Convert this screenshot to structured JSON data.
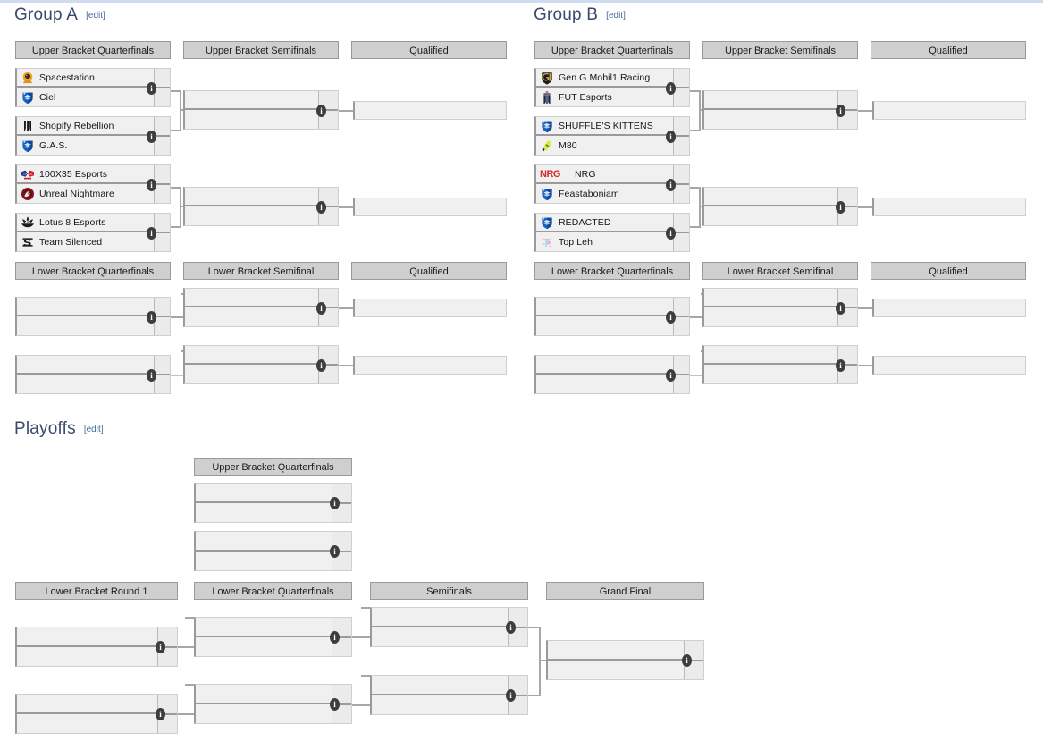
{
  "page": {
    "top_rule_color": "#cfdcef",
    "heading_color": "#3b4a6b",
    "edit_link_color": "#4a6a9a",
    "header_bar_color": "#cfcfcf",
    "match_bg_color": "#f0f0f0",
    "line_color": "#a6a6a6",
    "info_badge_glyph": "i"
  },
  "sections": {
    "group_a": {
      "title": "Group A",
      "edit": "[edit]"
    },
    "group_b": {
      "title": "Group B",
      "edit": "[edit]"
    },
    "playoffs": {
      "title": "Playoffs",
      "edit": "[edit]"
    }
  },
  "round_headers": {
    "ga_ubqf": "Upper Bracket Quarterfinals",
    "ga_ubsf": "Upper Bracket Semifinals",
    "ga_uq": "Qualified",
    "ga_lbqf": "Lower Bracket Quarterfinals",
    "ga_lbsf": "Lower Bracket Semifinal",
    "ga_lq": "Qualified",
    "gb_ubqf": "Upper Bracket Quarterfinals",
    "gb_ubsf": "Upper Bracket Semifinals",
    "gb_uq": "Qualified",
    "gb_lbqf": "Lower Bracket Quarterfinals",
    "gb_lbsf": "Lower Bracket Semifinal",
    "gb_lq": "Qualified",
    "po_ubqf": "Upper Bracket Quarterfinals",
    "po_lbr1": "Lower Bracket Round 1",
    "po_lbqf": "Lower Bracket Quarterfinals",
    "po_sf": "Semifinals",
    "po_gf": "Grand Final"
  },
  "teams": {
    "spacestation": {
      "name": "Spacestation",
      "logo": "astronaut-helmet-logo"
    },
    "ciel": {
      "name": "Ciel",
      "logo": "blue-shield-logo"
    },
    "shopify": {
      "name": "Shopify Rebellion",
      "logo": "shopify-rebellion-logo"
    },
    "gas": {
      "name": "G.A.S.",
      "logo": "blue-shield-logo"
    },
    "x100x35": {
      "name": "100X35 Esports",
      "logo": "100x35-logo"
    },
    "unreal": {
      "name": "Unreal Nightmare",
      "logo": "unreal-nightmare-logo"
    },
    "lotus8": {
      "name": "Lotus 8 Esports",
      "logo": "lotus-logo"
    },
    "silenced": {
      "name": "Team Silenced",
      "logo": "team-silenced-logo"
    },
    "geng": {
      "name": "Gen.G Mobil1 Racing",
      "logo": "geng-shield-logo"
    },
    "fut": {
      "name": "FUT Esports",
      "logo": "fut-esports-logo"
    },
    "shuffle": {
      "name": "SHUFFLE'S KITTENS",
      "logo": "blue-shield-logo"
    },
    "m80": {
      "name": "M80",
      "logo": "m80-logo"
    },
    "nrg": {
      "name": "NRG",
      "logo": "nrg-wordmark-logo"
    },
    "feast": {
      "name": "Feastaboniam",
      "logo": "blue-shield-logo"
    },
    "redacted": {
      "name": "REDACTED",
      "logo": "blue-shield-logo"
    },
    "topleh": {
      "name": "Top Leh",
      "logo": "top-leh-logo"
    }
  },
  "group_a": {
    "upper_qf": [
      {
        "top": "spacestation",
        "bottom": "ciel"
      },
      {
        "top": "shopify",
        "bottom": "gas"
      },
      {
        "top": "x100x35",
        "bottom": "unreal"
      },
      {
        "top": "lotus8",
        "bottom": "silenced"
      }
    ],
    "upper_sf": [
      {
        "top": "",
        "bottom": ""
      },
      {
        "top": "",
        "bottom": ""
      }
    ],
    "upper_qualified": [
      "",
      ""
    ],
    "lower_qf": [
      {
        "top": "",
        "bottom": ""
      },
      {
        "top": "",
        "bottom": ""
      }
    ],
    "lower_sf": [
      {
        "top": "",
        "bottom": ""
      },
      {
        "top": "",
        "bottom": ""
      }
    ],
    "lower_qualified": [
      "",
      ""
    ]
  },
  "group_b": {
    "upper_qf": [
      {
        "top": "geng",
        "bottom": "fut"
      },
      {
        "top": "shuffle",
        "bottom": "m80"
      },
      {
        "top": "nrg",
        "bottom": "feast"
      },
      {
        "top": "redacted",
        "bottom": "topleh"
      }
    ],
    "upper_sf": [
      {
        "top": "",
        "bottom": ""
      },
      {
        "top": "",
        "bottom": ""
      }
    ],
    "upper_qualified": [
      "",
      ""
    ],
    "lower_qf": [
      {
        "top": "",
        "bottom": ""
      },
      {
        "top": "",
        "bottom": ""
      }
    ],
    "lower_sf": [
      {
        "top": "",
        "bottom": ""
      },
      {
        "top": "",
        "bottom": ""
      }
    ],
    "lower_qualified": [
      "",
      ""
    ]
  },
  "playoffs": {
    "upper_qf": [
      {
        "top": "",
        "bottom": ""
      },
      {
        "top": "",
        "bottom": ""
      }
    ],
    "lower_r1": [
      {
        "top": "",
        "bottom": ""
      },
      {
        "top": "",
        "bottom": ""
      }
    ],
    "lower_qf": [
      {
        "top": "",
        "bottom": ""
      },
      {
        "top": "",
        "bottom": ""
      }
    ],
    "semifinals": [
      {
        "top": "",
        "bottom": ""
      },
      {
        "top": "",
        "bottom": ""
      }
    ],
    "grand_final": [
      {
        "top": "",
        "bottom": ""
      }
    ]
  }
}
